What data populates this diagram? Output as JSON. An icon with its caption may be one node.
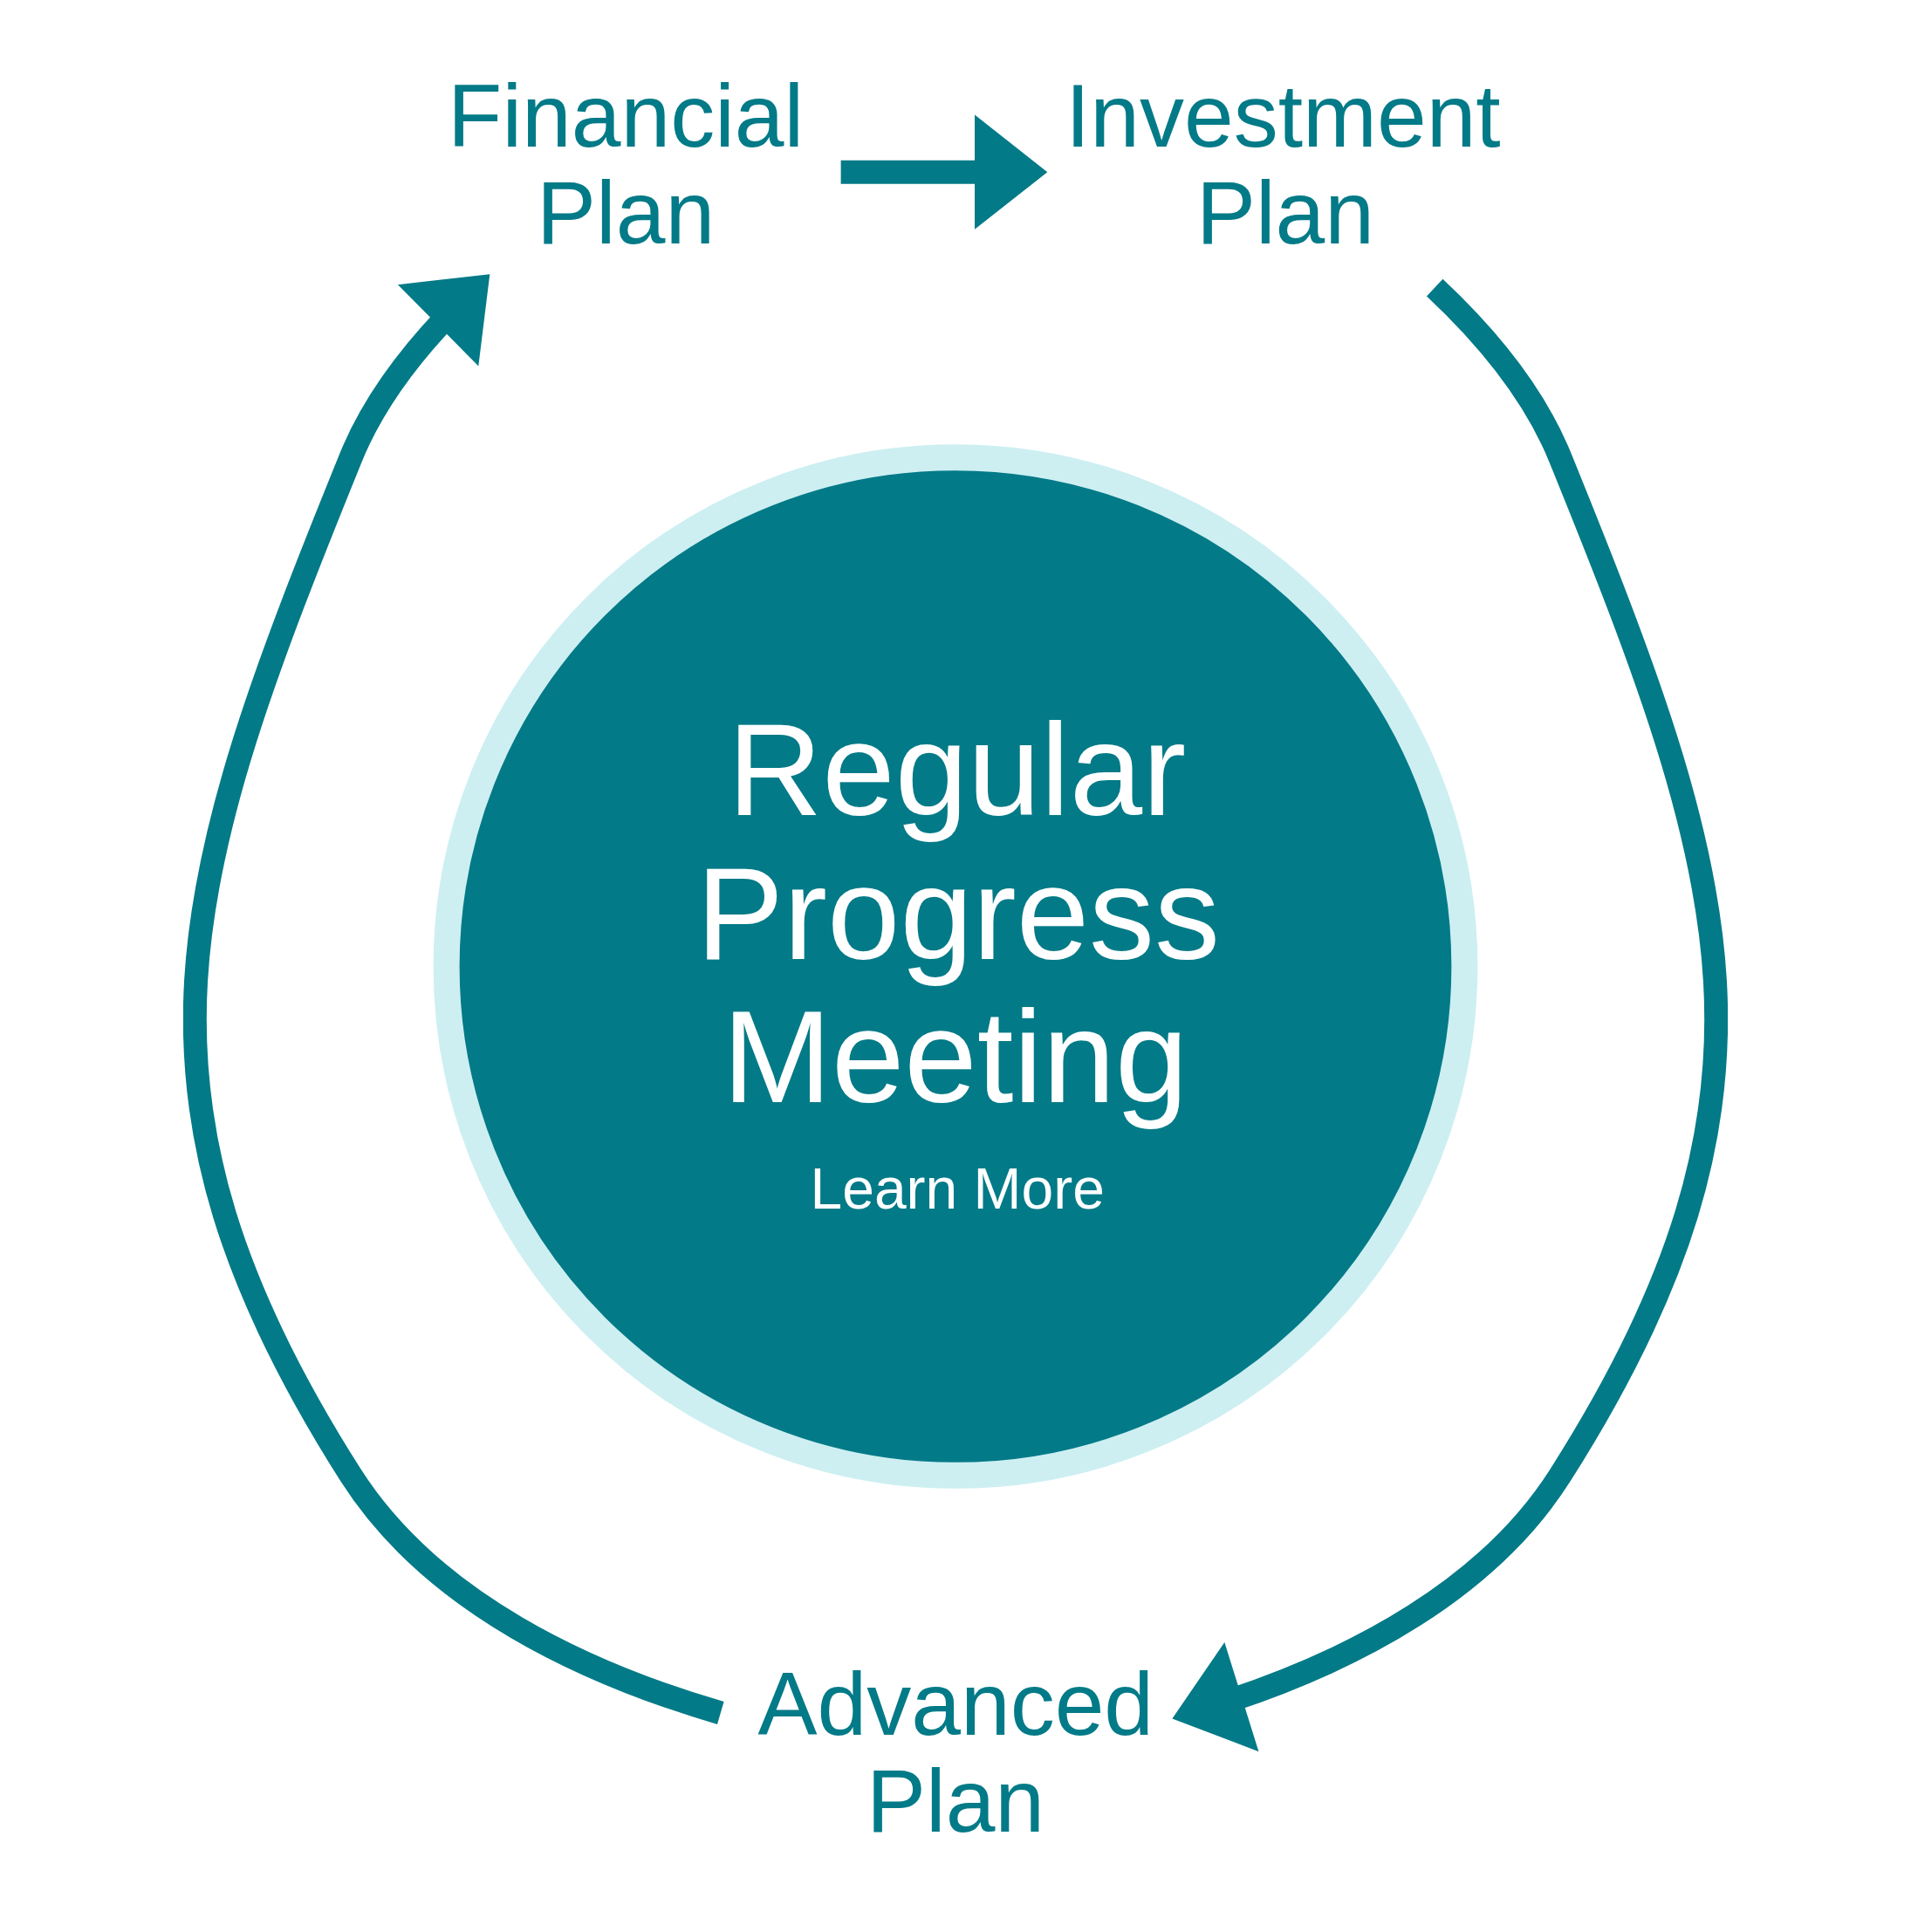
{
  "diagram": {
    "nodes": [
      {
        "text": [
          "Financial Plan"
        ]
      },
      {
        "text": [
          "Investment Plan"
        ]
      },
      {
        "text": [
          "Advanced Plan"
        ]
      },
      {
        "text": [
          "Regular Progress Meeting",
          "Learn More"
        ]
      }
    ],
    "edges": [
      {
        "from": 0,
        "to": 1,
        "arrow": "to"
      },
      {
        "from": 1,
        "to": 2,
        "arrow": "to"
      },
      {
        "from": 2,
        "to": 0,
        "arrow": "to"
      }
    ]
  }
}
